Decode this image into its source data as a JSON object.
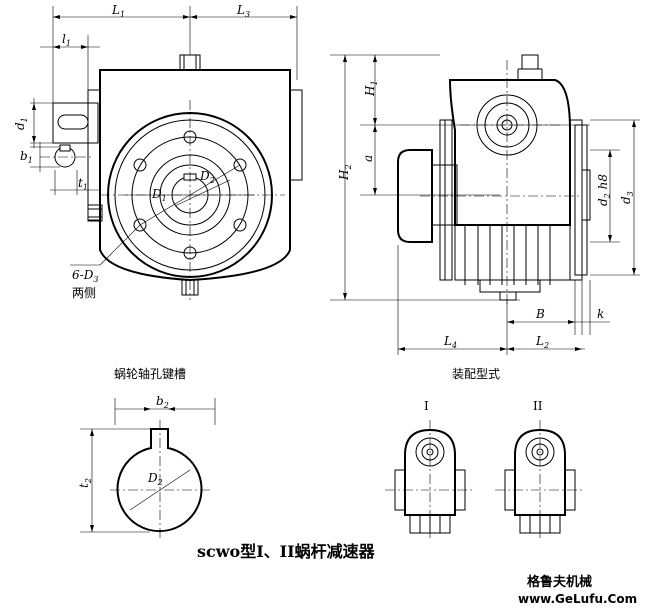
{
  "labels": {
    "L1": "L",
    "L1_sub": "1",
    "L3": "L",
    "L3_sub": "3",
    "l1": "l",
    "l1_sub": "1",
    "d1": "d",
    "d1_sub": "1",
    "b1": "b",
    "b1_sub": "1",
    "t1": "t",
    "t1_sub": "1",
    "D1": "D",
    "D1_sub": "1",
    "D2": "D",
    "D2_sub": "2",
    "six_d3": "6-D",
    "six_d3_sub": "3",
    "both_sides": "两侧",
    "H1": "H",
    "H1_sub": "1",
    "H2": "H",
    "H2_sub": "2",
    "a": "a",
    "d2h8": "d",
    "d2h8_sub": "2",
    "d2h8_suffix": " h8",
    "d3": "d",
    "d3_sub": "3",
    "B": "B",
    "k": "k",
    "L4": "L",
    "L4_sub": "4",
    "L2": "L",
    "L2_sub": "2",
    "b2": "b",
    "b2_sub": "2",
    "t2": "t",
    "t2_sub": "2",
    "D2_key": "D",
    "D2_key_sub": "2"
  },
  "captions": {
    "keyway": "蜗轮轴孔键槽",
    "assembly": "装配型式",
    "type_I": "I",
    "type_II": "II"
  },
  "title": "scwo型I、II蜗杆减速器",
  "watermark": {
    "name": "格鲁夫机械",
    "url": "www.GeLufu.Com",
    "color": "#e05a5a"
  }
}
